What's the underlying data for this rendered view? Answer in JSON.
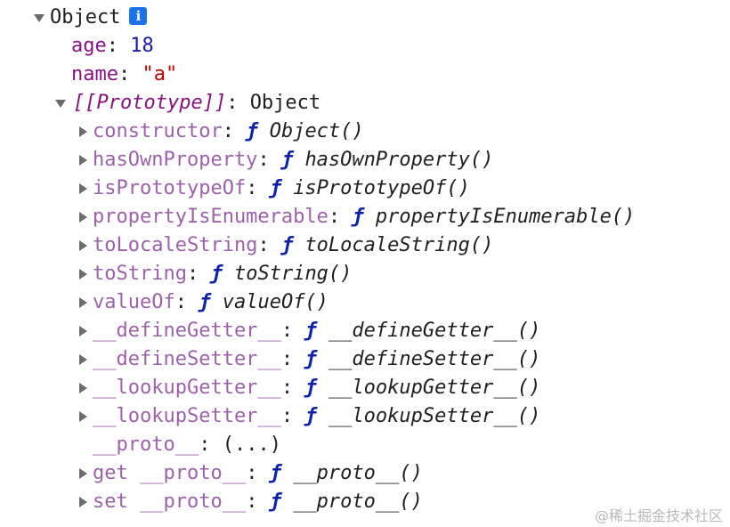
{
  "root": {
    "label": "Object",
    "info_icon": "i"
  },
  "own_props": [
    {
      "key": "age",
      "sep": ": ",
      "value": "18"
    },
    {
      "key": "name",
      "sep": ": ",
      "value": "\"a\""
    }
  ],
  "prototype": {
    "key": "[[Prototype]]",
    "sep": ": ",
    "value": "Object"
  },
  "proto_members": [
    {
      "key": "constructor",
      "sep": ": ",
      "f": "ƒ",
      "fn": "Object()"
    },
    {
      "key": "hasOwnProperty",
      "sep": ": ",
      "f": "ƒ",
      "fn": "hasOwnProperty()"
    },
    {
      "key": "isPrototypeOf",
      "sep": ": ",
      "f": "ƒ",
      "fn": "isPrototypeOf()"
    },
    {
      "key": "propertyIsEnumerable",
      "sep": ": ",
      "f": "ƒ",
      "fn": "propertyIsEnumerable()"
    },
    {
      "key": "toLocaleString",
      "sep": ": ",
      "f": "ƒ",
      "fn": "toLocaleString()"
    },
    {
      "key": "toString",
      "sep": ": ",
      "f": "ƒ",
      "fn": "toString()"
    },
    {
      "key": "valueOf",
      "sep": ": ",
      "f": "ƒ",
      "fn": "valueOf()"
    },
    {
      "key": "__defineGetter__",
      "sep": ": ",
      "f": "ƒ",
      "fn": "__defineGetter__()"
    },
    {
      "key": "__defineSetter__",
      "sep": ": ",
      "f": "ƒ",
      "fn": "__defineSetter__()"
    },
    {
      "key": "__lookupGetter__",
      "sep": ": ",
      "f": "ƒ",
      "fn": "__lookupGetter__()"
    },
    {
      "key": "__lookupSetter__",
      "sep": ": ",
      "f": "ƒ",
      "fn": "__lookupSetter__()"
    }
  ],
  "proto_accessor": {
    "key": "__proto__",
    "sep": ": ",
    "value": "(...)"
  },
  "accessors": [
    {
      "key": "get __proto__",
      "sep": ": ",
      "f": "ƒ",
      "fn": "__proto__()"
    },
    {
      "key": "set __proto__",
      "sep": ": ",
      "f": "ƒ",
      "fn": "__proto__()"
    }
  ],
  "watermark": "@稀土掘金技术社区"
}
